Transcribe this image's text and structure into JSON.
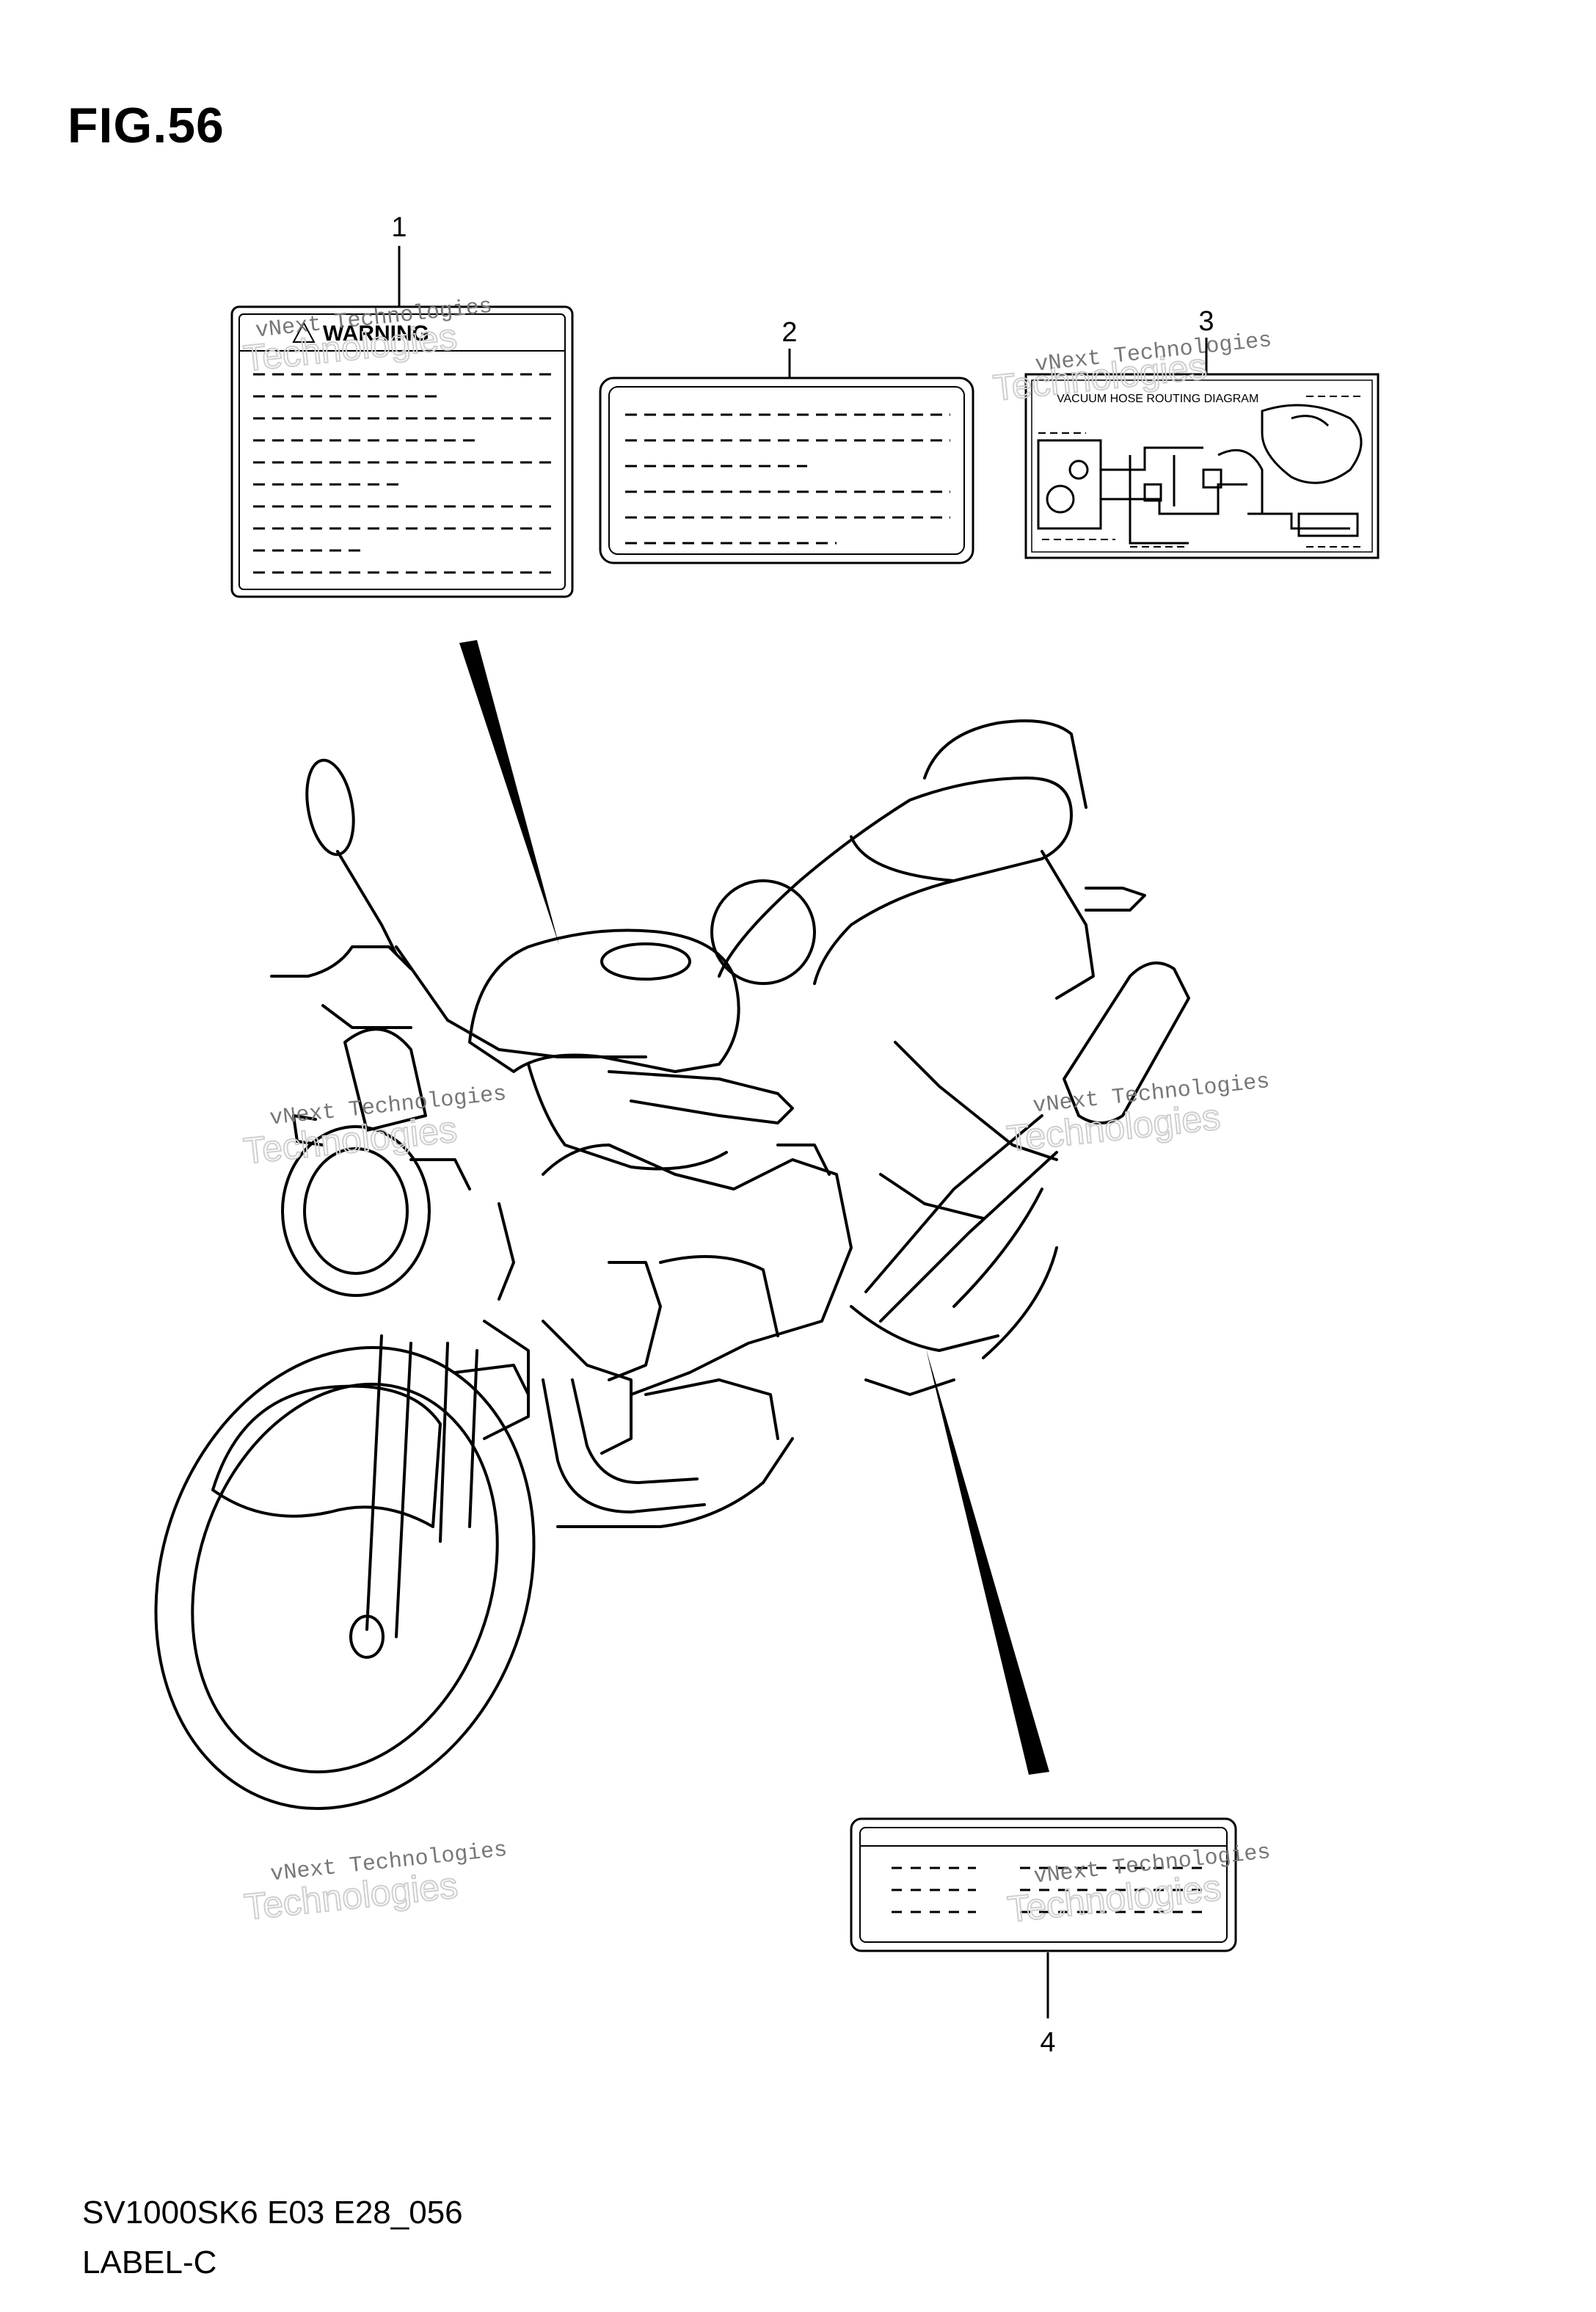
{
  "figure": {
    "title": "FIG.56"
  },
  "footer": {
    "code": "SV1000SK6 E03 E28_056",
    "name": "LABEL-C"
  },
  "callouts": {
    "c1": "1",
    "c2": "2",
    "c3": "3",
    "c4": "4"
  },
  "labels": {
    "warning_label": {
      "header": "WARNING"
    },
    "hose_label": {
      "header": "VACUUM HOSE ROUTING DIAGRAM"
    }
  },
  "watermark": {
    "line1": "vNext Technologies",
    "line2": "vNext",
    "line3": "Technologies"
  }
}
